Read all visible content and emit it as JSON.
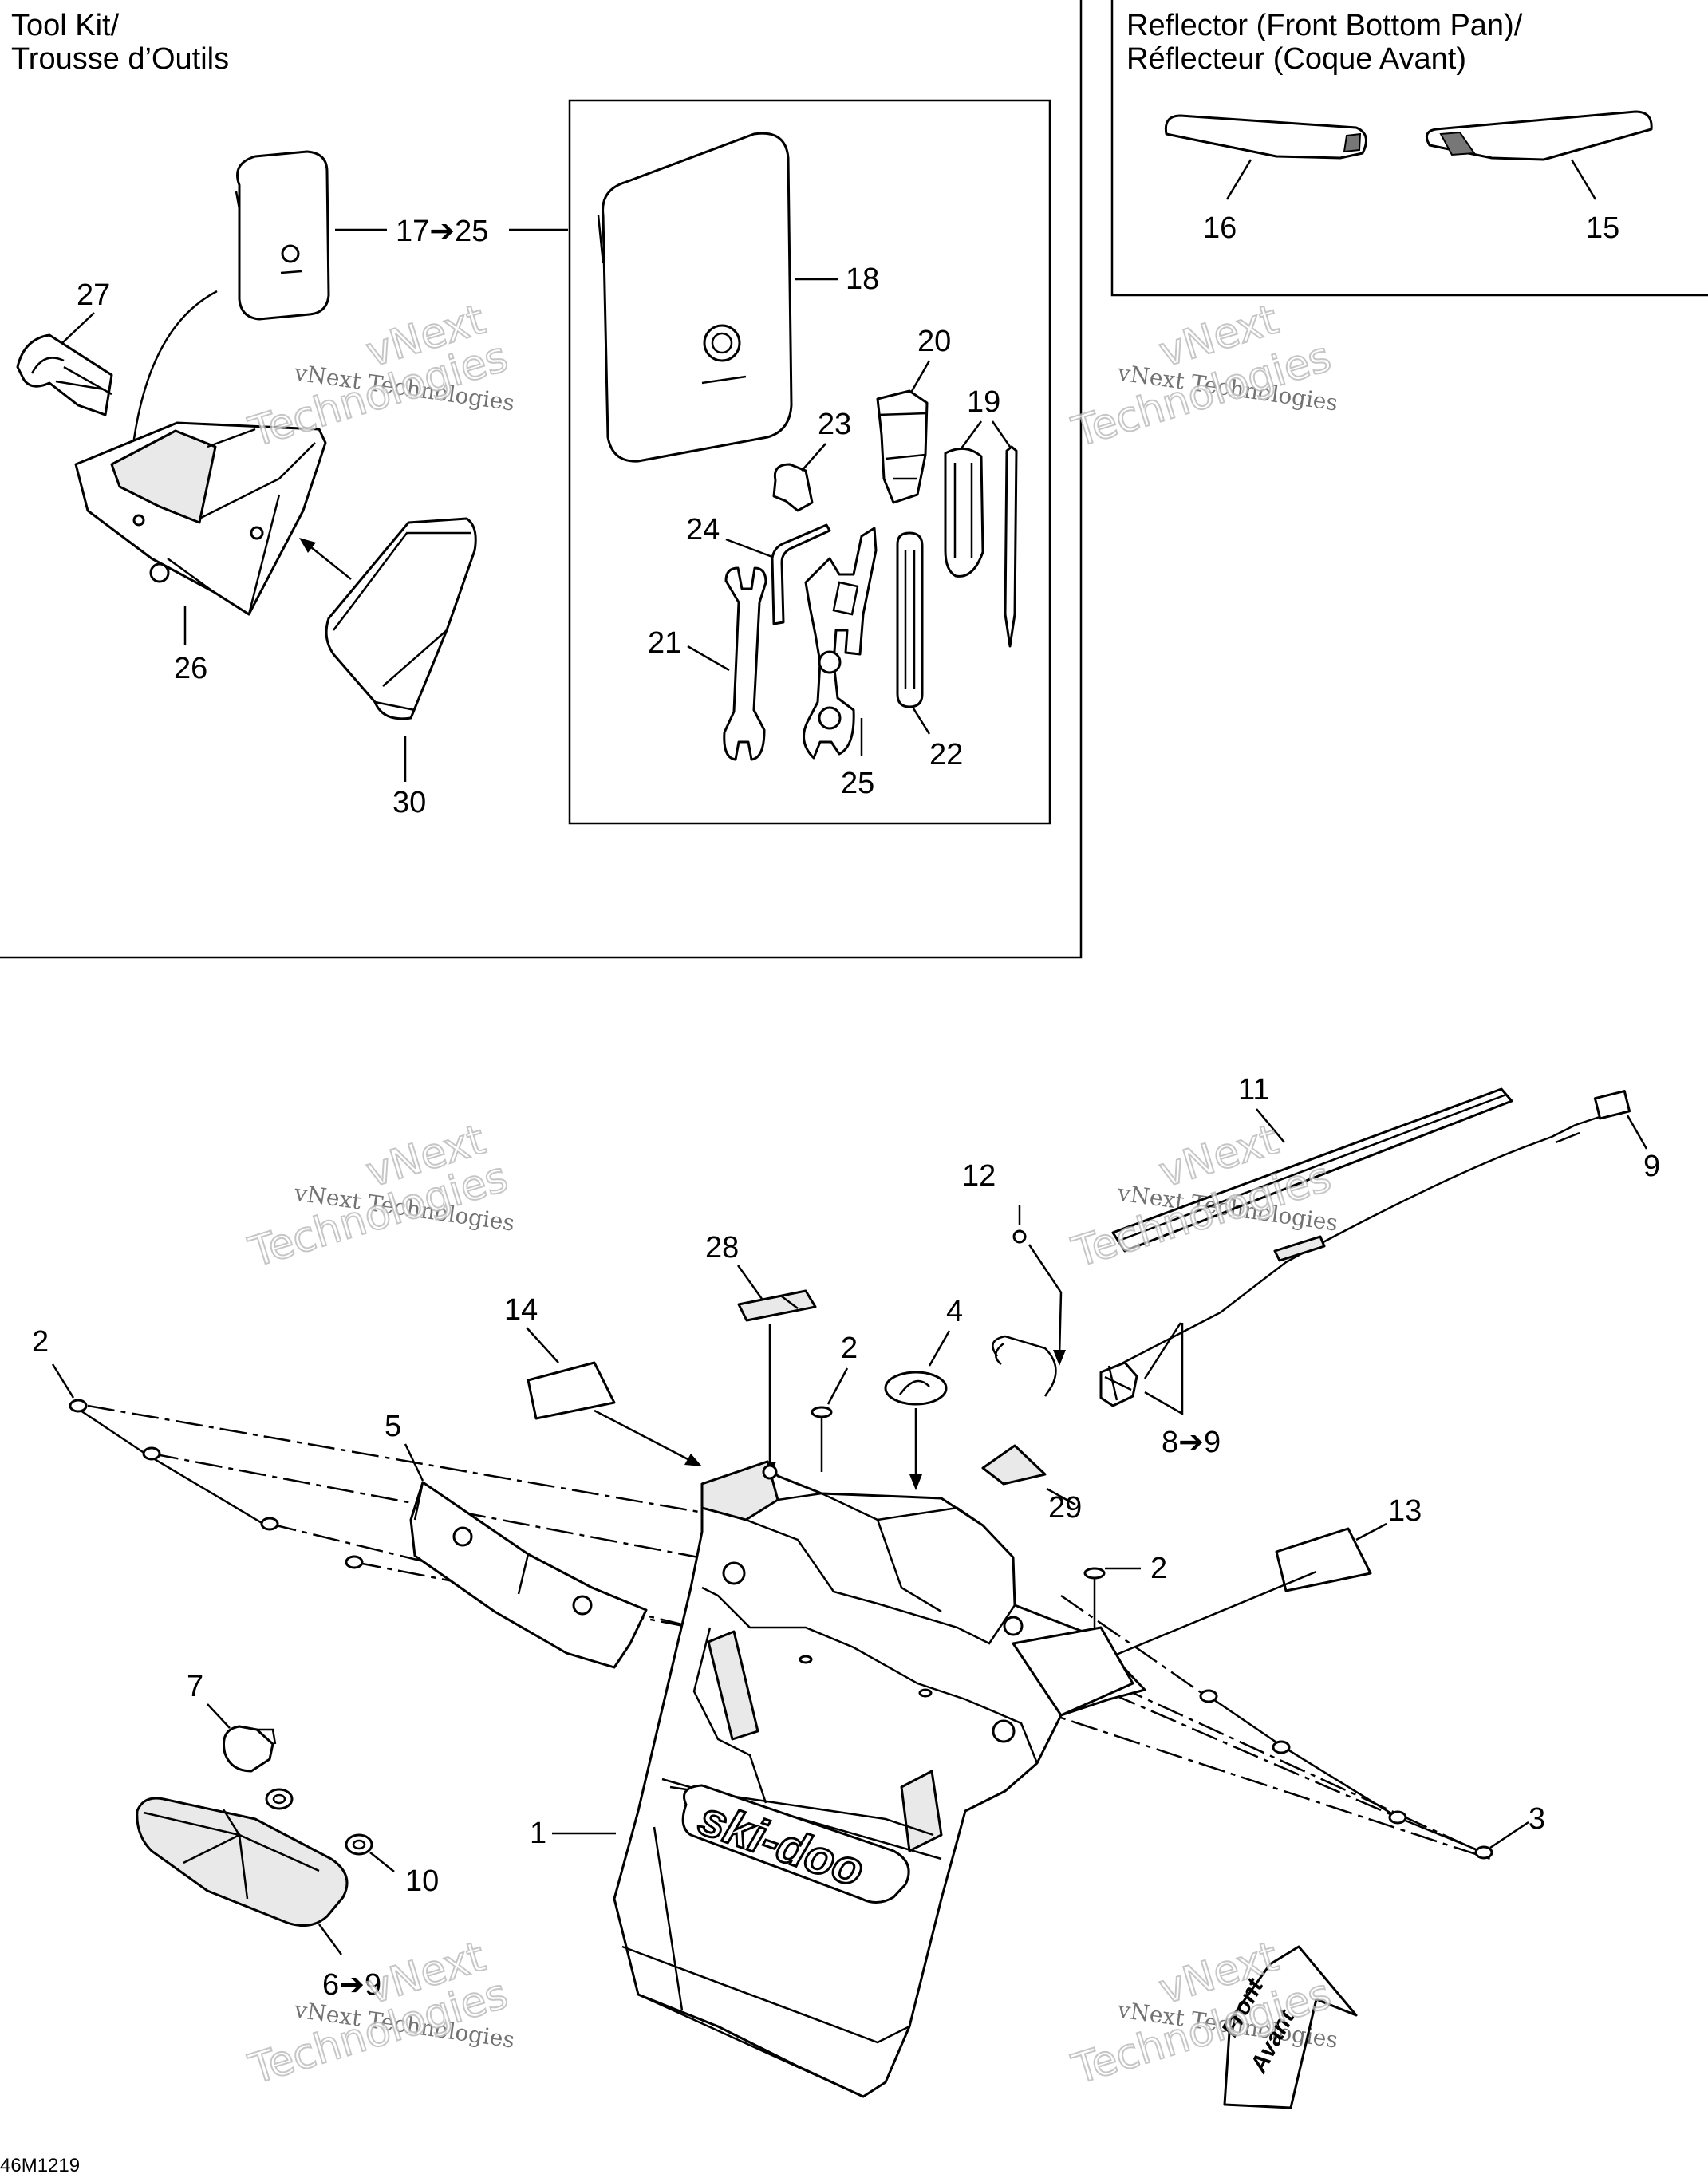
{
  "sections": {
    "tool_kit_title_line1": "Tool Kit/",
    "tool_kit_title_line2": "Trousse d’Outils",
    "reflector_title_line1": "Reflector (Front Bottom Pan)/",
    "reflector_title_line2": "Réflecteur (Coque Avant)"
  },
  "callouts": {
    "c17_25": "17➔25",
    "c18": "18",
    "c19": "19",
    "c20": "20",
    "c21": "21",
    "c22": "22",
    "c23": "23",
    "c24": "24",
    "c25": "25",
    "c26": "26",
    "c27": "27",
    "c30": "30",
    "c16": "16",
    "c15": "15",
    "c11": "11",
    "c9": "9",
    "c12": "12",
    "c28": "28",
    "c4": "4",
    "c8_9": "8➔9",
    "c14": "14",
    "c2_left": "2",
    "c2_mid": "2",
    "c2_right": "2",
    "c5": "5",
    "c29": "29",
    "c13": "13",
    "c7": "7",
    "c1": "1",
    "c3": "3",
    "c10": "10",
    "c6_9": "6➔9"
  },
  "logo": {
    "brand": "ski-doo",
    "front_arrow_line1": "Front",
    "front_arrow_line2": "Avant"
  },
  "watermark": {
    "line1": "vNext",
    "line2": "vNext Technologies",
    "line3": "Technologies"
  },
  "drawing_code": "46M1219"
}
